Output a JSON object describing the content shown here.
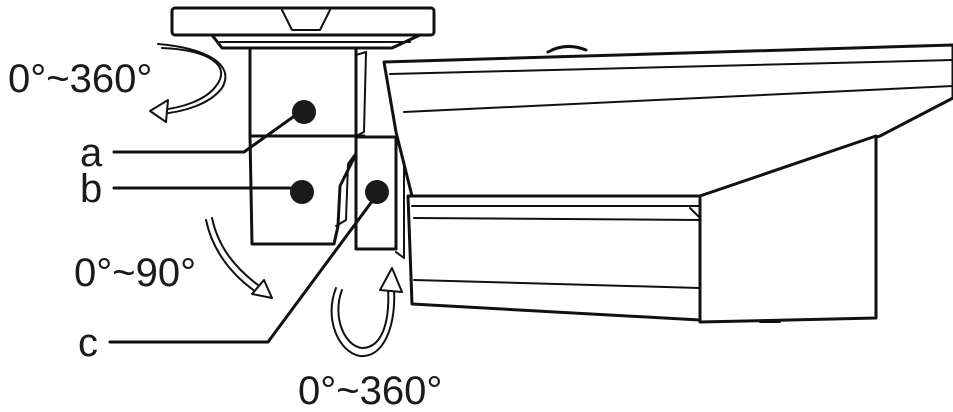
{
  "diagram": {
    "labels": {
      "pan_top": "0°~360°",
      "tilt": "0°~90°",
      "rotate_bottom": "0°~360°",
      "screw_a": "a",
      "screw_b": "b",
      "screw_c": "c"
    },
    "colors": {
      "line": "#111111",
      "fill": "#ffffff",
      "screw": "#1a1a1a"
    }
  }
}
